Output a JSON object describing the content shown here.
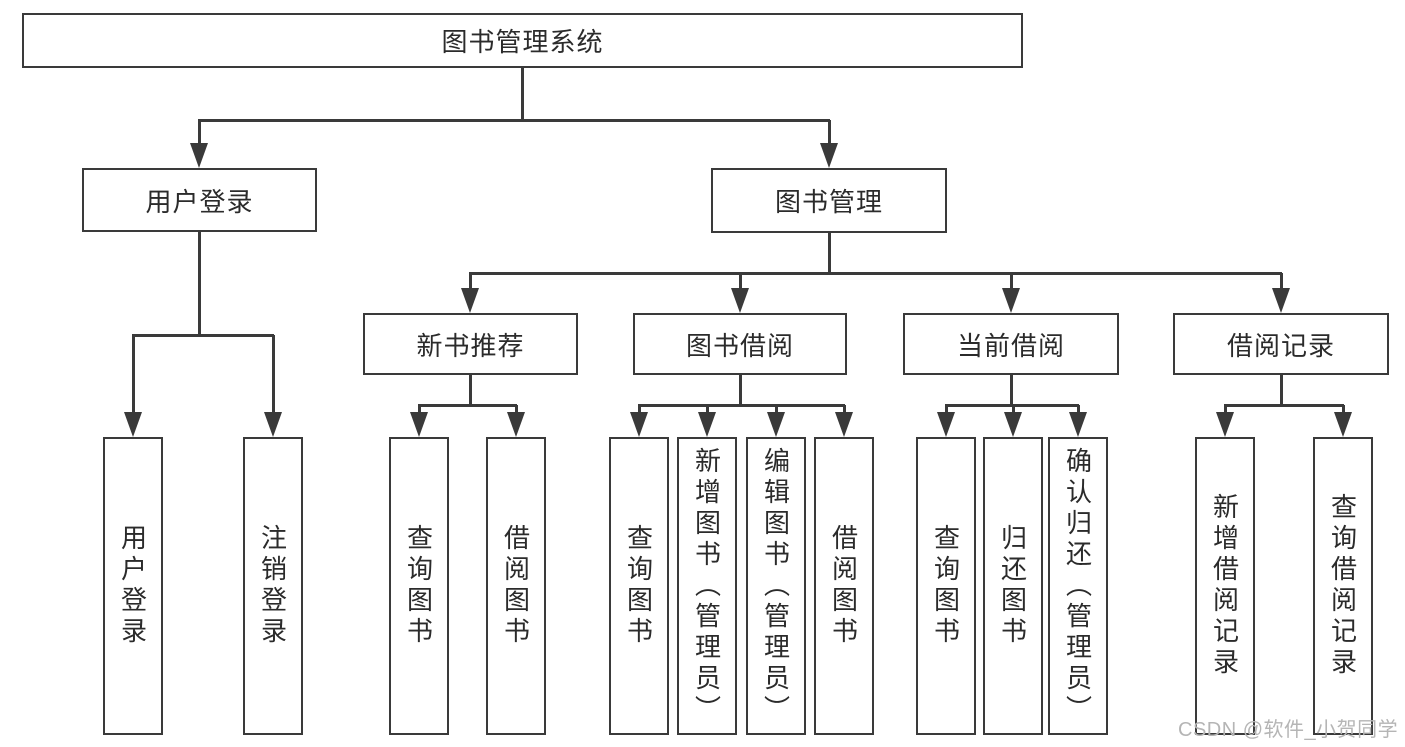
{
  "colors": {
    "line": "#3a3a3a",
    "text": "#2b2b2b",
    "watermark": "#b5b5b5",
    "background": "#ffffff"
  },
  "diagram": {
    "root": "图书管理系统",
    "level2": {
      "user_login": "用户登录",
      "book_mgmt": "图书管理"
    },
    "level3": {
      "new_book_rec": "新书推荐",
      "book_borrow": "图书借阅",
      "current_borrow": "当前借阅",
      "borrow_records": "借阅记录"
    },
    "leaves": {
      "user_login": "用户登录",
      "logout": "注销登录",
      "rec_query_book": "查询图书",
      "rec_borrow_book": "借阅图书",
      "bb_query_book": "查询图书",
      "bb_add_book": "新增图书（管理员）",
      "bb_edit_book": "编辑图书（管理员）",
      "bb_borrow_book": "借阅图书",
      "cb_query_book": "查询图书",
      "cb_return_book": "归还图书",
      "cb_confirm_return": "确认归还（管理员）",
      "br_add_record": "新增借阅记录",
      "br_query_record": "查询借阅记录"
    },
    "watermark": "CSDN @软件_小贺同学"
  }
}
